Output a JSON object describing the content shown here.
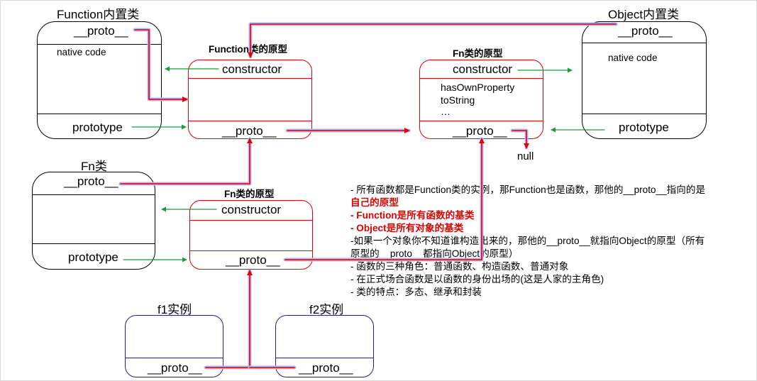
{
  "titles": {
    "function_builtin": "Function内置类",
    "object_builtin": "Object内置类",
    "fn_class": "Fn类",
    "function_prototype": "Function类的原型",
    "fn_prototype_top": "Fn类的原型",
    "fn_prototype_mid": "Fn类的原型",
    "f1_instance": "f1实例",
    "f2_instance": "f2实例"
  },
  "boxes": {
    "function_builtin": {
      "proto": "__proto__",
      "native": "native code",
      "prototype": "prototype"
    },
    "object_builtin": {
      "proto": "__proto__",
      "native": "native code",
      "prototype": "prototype"
    },
    "function_prototype": {
      "constructor": "constructor",
      "proto": "__proto__"
    },
    "object_prototype": {
      "constructor": "constructor",
      "methods": [
        "hasOwnProperty",
        "toString",
        "…"
      ],
      "proto": "__proto__"
    },
    "null_label": "null",
    "fn_class": {
      "proto": "__proto__",
      "prototype": "prototype"
    },
    "fn_prototype": {
      "constructor": "constructor",
      "proto": "__proto__"
    },
    "f1": {
      "proto": "__proto__"
    },
    "f2": {
      "proto": "__proto__"
    }
  },
  "notes": [
    "- 所有函数都是Function类的实例，那Function也是函数，那他的__proto__指向的是",
    "自己的原型",
    "- Function是所有函数的基类",
    "- Object是所有对象的基类",
    "-如果一个对象你不知道谁构造出来的，那他的__proto__就指向Object的原型（所有",
    "原型的__proto__都指向Object的原型）",
    "- 函数的三种角色：普通函数、构造函数、普通对象",
    "- 在正式场合函数是以函数的身份出场的(这是人家的主角色)",
    "- 类的特点：多态、继承和封装"
  ],
  "colors": {
    "proto_link": "#e00000",
    "proto_link_glow": "#b8b4f4",
    "prototype_link": "#1a9a3a",
    "prototype_box_border": "#e00000",
    "instance_box_border": "#27207a"
  }
}
